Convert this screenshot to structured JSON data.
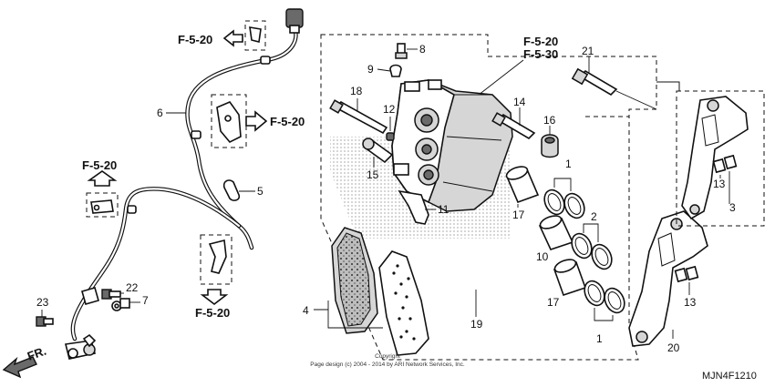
{
  "diagram_code": "MJN4F1210",
  "copyright": {
    "line1": "Copyright",
    "line2": "Page design (c) 2004 - 2014 by ARI Network Services, Inc."
  },
  "front_arrow": "FR.",
  "refs": {
    "top_left": "F-5-20",
    "mid_right": "F-5-20",
    "left": "F-5-20",
    "bottom": "F-5-20",
    "caliper_1": "F-5-20",
    "caliper_2": "F-5-30"
  },
  "callouts": {
    "c1a": "1",
    "c1b": "1",
    "c2": "2",
    "c3": "3",
    "c4": "4",
    "c5": "5",
    "c6": "6",
    "c7": "7",
    "c8": "8",
    "c9": "9",
    "c10": "10",
    "c11": "11",
    "c12": "12",
    "c13a": "13",
    "c13b": "13",
    "c14": "14",
    "c15": "15",
    "c16": "16",
    "c17a": "17",
    "c17b": "17",
    "c18": "18",
    "c19": "19",
    "c20": "20",
    "c21": "21",
    "c22": "22",
    "c23": "23"
  }
}
